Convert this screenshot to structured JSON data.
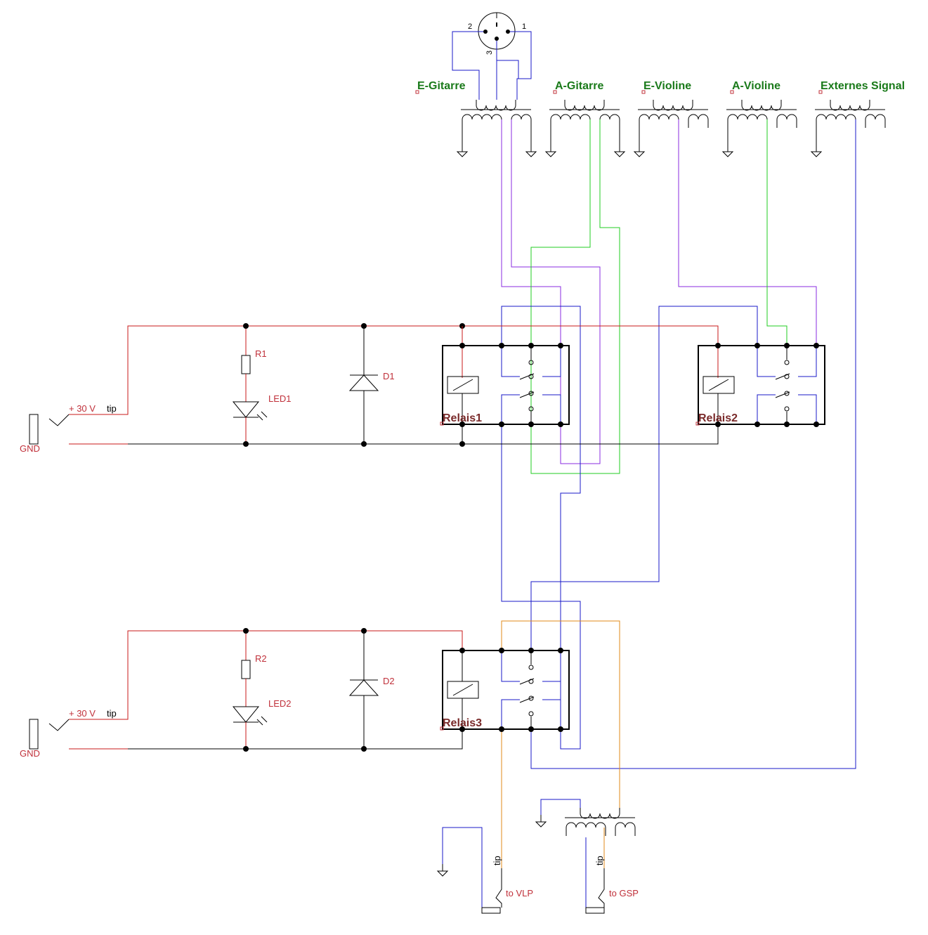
{
  "colors": {
    "power": "#c81818",
    "ground": "#000000",
    "audio_blue": "#1818c8",
    "audio_purple": "#8a2be2",
    "audio_green": "#22cc22",
    "audio_orange": "#e08a1a",
    "source_label": "#1a7a1a",
    "part_label": "#c0303a",
    "relay_label": "#7a2a2a"
  },
  "xlr_connector": {
    "pin_labels": [
      "2",
      "1",
      "3"
    ]
  },
  "sources": [
    {
      "label": "E-Gitarre"
    },
    {
      "label": "A-Gitarre"
    },
    {
      "label": "E-Violine"
    },
    {
      "label": "A-Violine"
    },
    {
      "label": "Externes Signal"
    }
  ],
  "power_inputs": [
    {
      "voltage": "+ 30 V",
      "tip": "tip",
      "gnd": "GND"
    },
    {
      "voltage": "+ 30 V",
      "tip": "tip",
      "gnd": "GND"
    }
  ],
  "resistors": [
    "R1",
    "R2"
  ],
  "leds": [
    "LED1",
    "LED2"
  ],
  "diodes": [
    "D1",
    "D2"
  ],
  "relays": [
    "Relais1",
    "Relais2",
    "Relais3"
  ],
  "outputs": [
    {
      "tip": "tip",
      "label": "to VLP"
    },
    {
      "tip": "tip",
      "label": "to GSP"
    }
  ]
}
